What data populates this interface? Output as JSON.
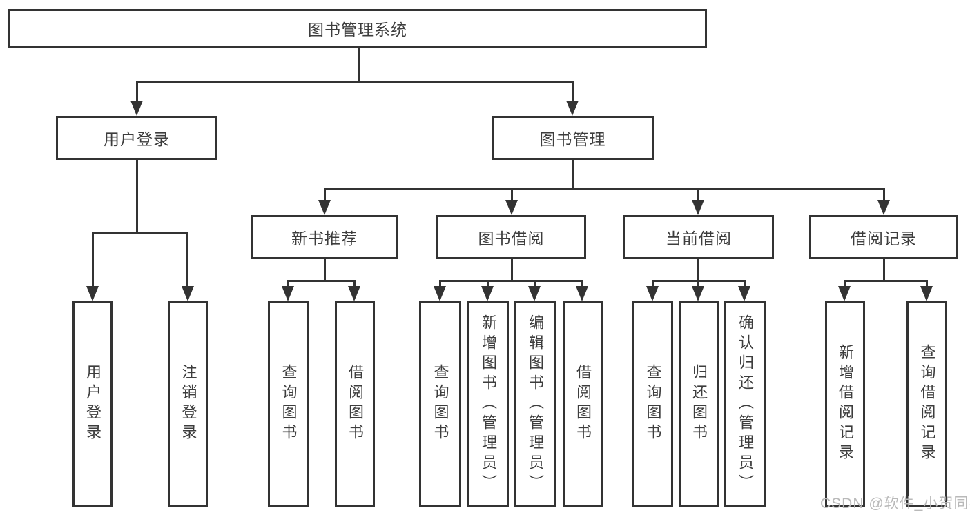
{
  "tree": {
    "root": "图书管理系统",
    "branches": [
      {
        "label": "用户登录",
        "children": [
          "用户登录",
          "注销登录"
        ]
      },
      {
        "label": "图书管理",
        "sections": [
          {
            "label": "新书推荐",
            "children": [
              "查询图书",
              "借阅图书"
            ]
          },
          {
            "label": "图书借阅",
            "children": [
              "查询图书",
              "新增图书（管理员）",
              "编辑图书（管理员）",
              "借阅图书"
            ]
          },
          {
            "label": "当前借阅",
            "children": [
              "查询图书",
              "归还图书",
              "确认归还（管理员）"
            ]
          },
          {
            "label": "借阅记录",
            "children": [
              "新增借阅记录",
              "查询借阅记录"
            ]
          }
        ]
      }
    ]
  },
  "colors": {
    "line": "#333333",
    "text": "#3d3d3d",
    "watermark": "#b9b9b9",
    "background": "#ffffff"
  },
  "watermark": "CSDN @软件_小贺同学"
}
